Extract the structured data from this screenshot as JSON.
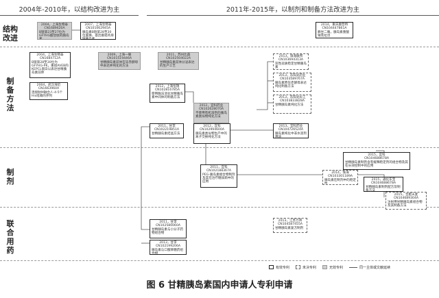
{
  "periods": {
    "left": "2004年-2010年，以结构改进为主",
    "right": "2011年-2015年，以制剂和制备方法改进为主"
  },
  "rows": {
    "structure": [
      "结构",
      "改进"
    ],
    "method": [
      "制",
      "备",
      "方",
      "法"
    ],
    "formulation": [
      "制",
      "剂"
    ],
    "combination": [
      "联",
      "合",
      "用",
      "药"
    ]
  },
  "boxes": [
    {
      "id": "s1",
      "status": "invalid",
      "title": "2004，上海生物泰",
      "num": "CN1689620A",
      "desc": "B链第23至27位为GFYHG酸甘肽的胰岛素"
    },
    {
      "id": "s2",
      "status": "valid",
      "title": "2007，上海生物泰",
      "num": "CN101062945A",
      "desc": "胰岛素B链第28至30位置换、基因重组鸡单链胰岛素"
    },
    {
      "id": "s3",
      "status": "valid",
      "title": "2014，重庆康普特",
      "num": "CN104447861A",
      "desc": "赖甘二胰，胰岛素重酸钠克拉戊"
    },
    {
      "id": "m1",
      "status": "valid",
      "title": "2004，上海生物泰",
      "num": "CN1684712A",
      "desc": "B链第28至30位为GFYHG-PK，重组AVEB的KEPCL蛋白以表达甘精胰岛素前体"
    },
    {
      "id": "m2",
      "status": "valid",
      "title": "2004，武汉海近",
      "num": "CN1663960A",
      "desc": "连接肽M融合人-4-5个His吡喃的序列"
    },
    {
      "id": "m3",
      "status": "invalid",
      "title": "2009，上海一联",
      "num": "CN101519446A",
      "desc": "甘精胰岛素前体在毕赤酵母中表达并纯化的方法"
    },
    {
      "id": "m4",
      "status": "invalid",
      "title": "2011，苏州比森",
      "num": "CN102504022A",
      "desc": "甘精胰岛素前体分泌表达的生产工艺"
    },
    {
      "id": "m5",
      "status": "pending",
      "title": "2013，珠海联邦",
      "num": "CN103694313A",
      "desc": "双性盐质稳定甘精胰岛素"
    },
    {
      "id": "m6",
      "status": "pending",
      "title": "2013，东阳光药业",
      "num": "CN103589767A",
      "desc": "胰岛素原毕赤酵母表达纯化制备方法"
    },
    {
      "id": "m7",
      "status": "pending",
      "title": "2013，东阳光长江",
      "num": "CN103833828A",
      "desc": "甘精胰岛素纯化方法"
    },
    {
      "id": "m8",
      "status": "valid",
      "title": "2012，上海恒瑞",
      "num": "CN102816785A",
      "desc": "使用酶法消化甘精胰岛素中间体的制备方法"
    },
    {
      "id": "m9",
      "status": "invalid",
      "title": "2012，宜科药业",
      "num": "CN102628070A",
      "desc": "不使用有机溶剂的胰岛素类似物纯化方法"
    },
    {
      "id": "m10",
      "status": "valid",
      "title": "2013，宜科药业",
      "num": "CN104726524A",
      "desc": "胰岛素纯化中非水溶剂用途"
    },
    {
      "id": "m11",
      "status": "valid",
      "title": "2011，甘李",
      "num": "CN102219851A",
      "desc": "甘精胰岛素结晶方法"
    },
    {
      "id": "m12",
      "status": "valid",
      "title": "2012，宜科",
      "num": "CN102994600A",
      "desc": "胰岛素类似物生产中的离子交换纯化方法"
    },
    {
      "id": "f1",
      "status": "valid",
      "title": "2015，宜科",
      "num": "CN104688678A",
      "desc": "甘精胰岛素制剂含有缓释稳定剂的组合物及其在长效控制中的应用"
    },
    {
      "id": "f2",
      "status": "pending",
      "title": "2014，珠海",
      "num": "CN103301189A",
      "desc": "胰岛素在制剂中的稳定性"
    },
    {
      "id": "f3",
      "status": "valid",
      "title": "2015，通化东宝",
      "num": "CN104688678A",
      "desc": "甘精胰岛素制剂配方及制备方法"
    },
    {
      "id": "f4",
      "status": "valid",
      "title": "2011，宜科",
      "num": "CN102188367A",
      "desc": "PEG-胰岛素缀合物制剂及其在治疗糖尿病中的应用"
    },
    {
      "id": "f5",
      "status": "pending",
      "title": "2015，合肥天麦",
      "num": "CN104689304A",
      "desc": "注射用甘精胰岛素组合物及其制备方法"
    },
    {
      "id": "c1",
      "status": "pending",
      "title": "2013，江苏万邦",
      "num": "CN104587455A",
      "desc": "甘精胰岛素复方制剂"
    },
    {
      "id": "c2",
      "status": "valid",
      "title": "2011，甘李",
      "num": "CN102580060A",
      "desc": "甘精胰岛素与小分子药物组合物"
    },
    {
      "id": "c3",
      "status": "valid",
      "title": "2013，甘李",
      "num": "CN102199206A",
      "desc": "胰岛素与口服降糖药组合物"
    }
  ],
  "legend": {
    "valid": "有效专利",
    "pending": "未决专利",
    "invalid": "无效专利",
    "line": "同一主体或文献延续"
  },
  "caption": "图 6  甘精胰岛素国内申请人专利申请"
}
